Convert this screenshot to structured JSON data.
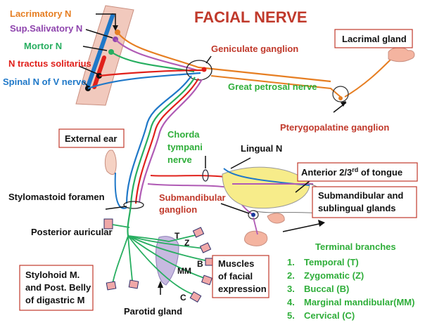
{
  "title": "FACIAL NERVE",
  "nuclei": {
    "lacrimatory": "Lacrimatory N",
    "salivatory": "Sup.Salivatory N",
    "motor": "Mortor N",
    "solitarius": "N tractus solitarius",
    "spinal_v": "Spinal N of V nerve"
  },
  "ganglia": {
    "geniculate": "Geniculate ganglion",
    "pterygopalatine": "Pterygopalatine ganglion",
    "submandibular_line1": "Submandibular",
    "submandibular_line2": "ganglion"
  },
  "branches": {
    "great_petrosal": "Great petrosal nerve",
    "chorda_line1": "Chorda",
    "chorda_line2": "tympani",
    "chorda_line3": "nerve",
    "lingual": "Lingual N",
    "stylomastoid": "Stylomastoid foramen",
    "posterior_auricular": "Posterior auricular",
    "parotid": "Parotid gland"
  },
  "boxes": {
    "lacrimal_gland": "Lacrimal gland",
    "external_ear": "External ear",
    "tongue_prefix": "Anterior 2/3",
    "tongue_sup": "rd",
    "tongue_suffix": " of tongue",
    "glands_line1": "Submandibular and",
    "glands_line2": "sublingual glands",
    "muscles_line1": "Muscles",
    "muscles_line2": "of facial",
    "muscles_line3": "expression",
    "stylohoid_line1": "Stylohoid M.",
    "stylohoid_line2": "and Post. Belly",
    "stylohoid_line3": "of digastric M"
  },
  "branch_letters": {
    "t": "T",
    "z": "Z",
    "b": "B",
    "mm": "MM",
    "c": "C"
  },
  "terminal": {
    "heading": "Terminal branches",
    "items": [
      {
        "num": "1.",
        "label": "Temporal (T)"
      },
      {
        "num": "2.",
        "label": "Zygomatic (Z)"
      },
      {
        "num": "3.",
        "label": "Buccal (B)"
      },
      {
        "num": "4.",
        "label": "Marginal mandibular(MM)"
      },
      {
        "num": "5.",
        "label": "Cervical (C)"
      }
    ]
  },
  "colors": {
    "title": "#c0392b",
    "lacrimatory": "#e67e22",
    "salivatory": "#8e44ad",
    "motor": "#27ae60",
    "solitarius": "#e0201b",
    "spinal_v": "#1f78c8",
    "green_text": "#2fae3a"
  }
}
